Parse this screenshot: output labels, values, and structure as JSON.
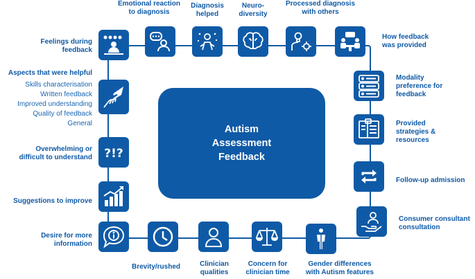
{
  "center": {
    "title": "Autism\nAssessment\nFeedback"
  },
  "items": {
    "emotional_reaction": "Emotional reaction\nto diagnosis",
    "diagnosis_helped": "Diagnosis\nhelped",
    "neurodiversity": "Neuro-\ndiversity",
    "processed_diagnosis": "Processed diagnosis\nwith others",
    "how_feedback_provided": "How feedback\nwas provided",
    "modality_preference": "Modality\npreference for\nfeedback",
    "provided_strategies": "Provided\nstrategies &\nresources",
    "follow_up": "Follow-up admission",
    "consumer_consultant": "Consumer consultant\nconsultation",
    "gender_differences": "Gender differences\nwith Autism features",
    "concern_clinician_time": "Concern for\nclinician time",
    "clinician_qualities": "Clinician\nqualities",
    "brevity": "Brevity/rushed",
    "desire_more_info": "Desire for more\ninformation",
    "suggestions": "Suggestions to improve",
    "overwhelming": "Overwhelming or\ndifficult to understand",
    "aspects_helpful": "Aspects that were helpful",
    "feelings": "Feelings during\nfeedback"
  },
  "aspects_helpful_sub": [
    "Skills characterisation",
    "Written feedback",
    "Improved understanding",
    "Quality of feedback",
    "General"
  ],
  "colors": {
    "primary": "#0f5aa6",
    "text": "#0f5aa6",
    "background": "#ffffff"
  }
}
